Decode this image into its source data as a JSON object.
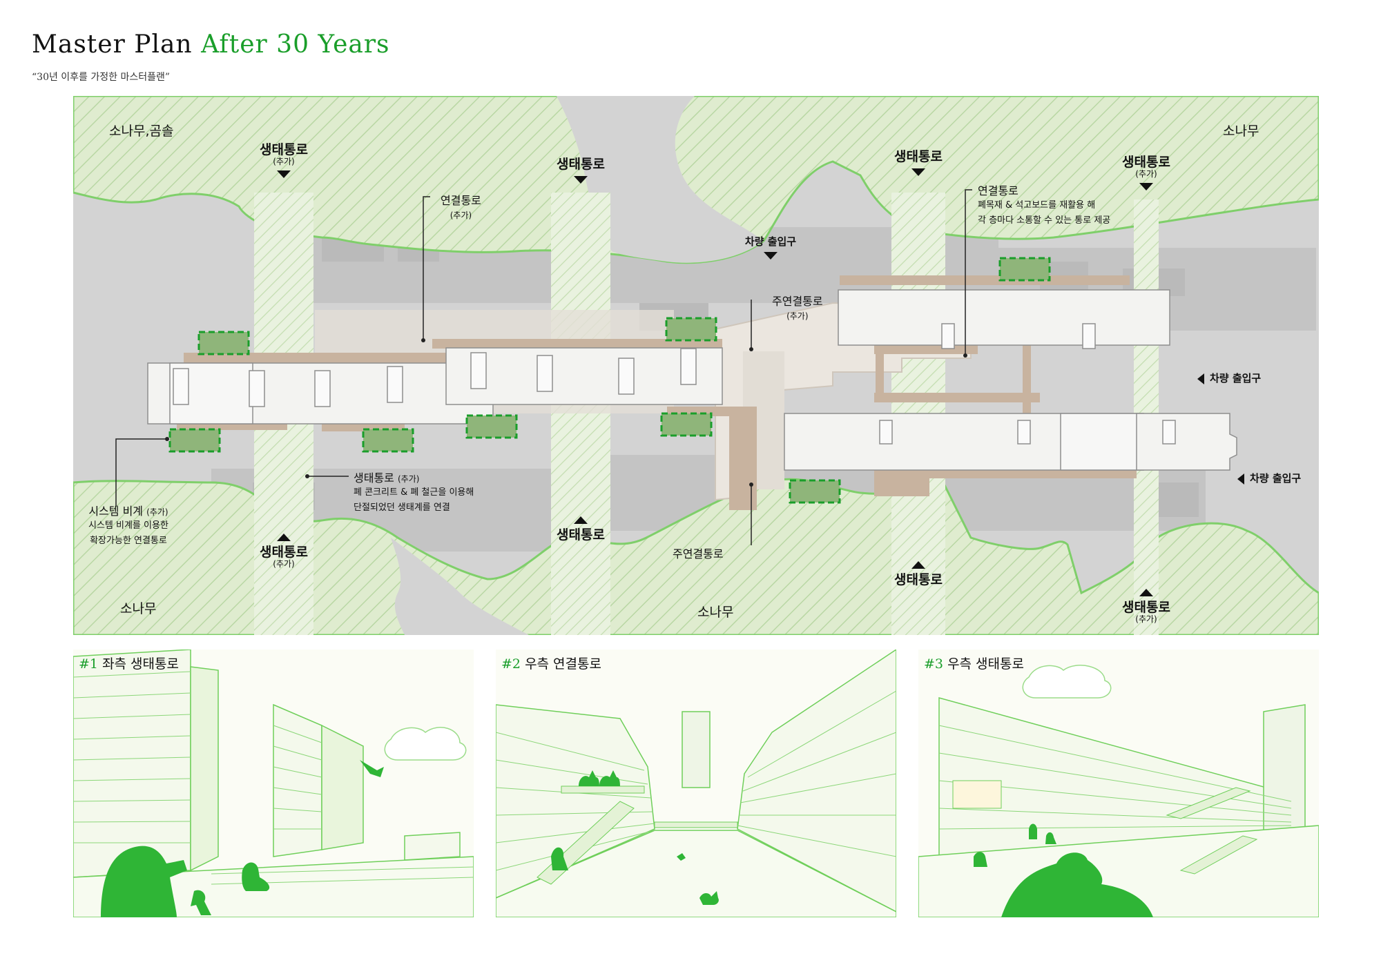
{
  "header": {
    "title_main": "Master Plan",
    "title_accent": "After 30 Years",
    "subtitle": "“30년 이후를 가정한 마스터플랜”"
  },
  "colors": {
    "accent": "#1a9e2a",
    "green_zone": "#dfeccf",
    "corridor": "#e6f0d6",
    "building": "#f4f4f2",
    "link": "#c6b4a0"
  },
  "plan": {
    "area_labels": {
      "nw": "소나무,곰솔",
      "ne": "소나무",
      "sw": "소나무",
      "s": "소나무"
    },
    "corridors": {
      "c1": {
        "label": "생태통로",
        "sub": "(추가)"
      },
      "c2": {
        "label": "생태통로"
      },
      "c3": {
        "label": "생태통로"
      },
      "c4": {
        "label": "생태통로",
        "sub": "(추가)"
      },
      "c1b": {
        "label": "생태통로",
        "sub": "(추가)"
      },
      "c2b": {
        "label": "생태통로"
      },
      "c3b": {
        "label": "생태통로"
      },
      "c4b": {
        "label": "생태통로",
        "sub": "(추가)"
      }
    },
    "vehicle_entrance": "차량 출입구",
    "notes": {
      "link1": {
        "title": "연결통로",
        "sub": "(추가)"
      },
      "link2": {
        "title": "연결통로",
        "desc1": "폐목재 & 석고보드를 재활용 해",
        "desc2": "각 층마다 소통할 수 있는 통로 제공"
      },
      "main_link_top": {
        "title": "주연결통로",
        "sub": "(추가)"
      },
      "main_link_bottom": {
        "title": "주연결통로"
      },
      "eco": {
        "title": "생태통로",
        "sub": "(추가)",
        "desc1": "폐 콘크리트 & 폐 철근을 이용해",
        "desc2": "단절되었던 생태계를 연결"
      },
      "system": {
        "title": "시스템 비계",
        "sub": "(추가)",
        "desc1": "시스템 비계를 이용한",
        "desc2": "확장가능한 연결통로"
      }
    }
  },
  "panels": [
    {
      "num": "#1",
      "title": "좌측 생태통로"
    },
    {
      "num": "#2",
      "title": "우측 연결통로"
    },
    {
      "num": "#3",
      "title": "우측 생태통로"
    }
  ]
}
